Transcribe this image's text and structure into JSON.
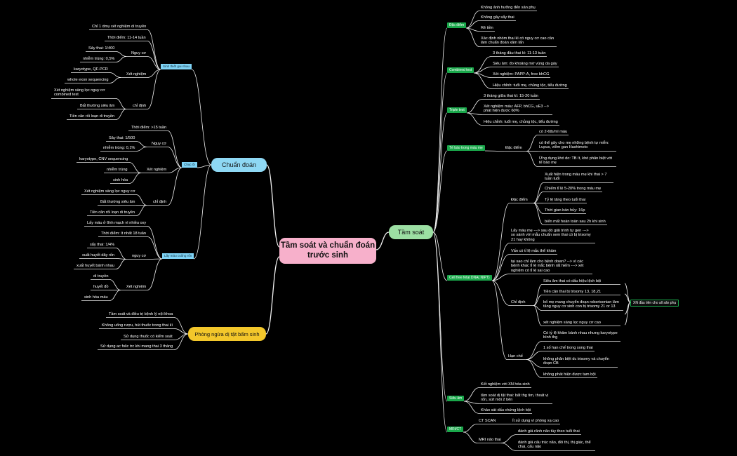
{
  "central": {
    "title": "Tầm soát và chuẩn đoán trước sinh"
  },
  "branches": {
    "tam_soat": "Tầm soát",
    "chuan_doan": "Chuẩn đoán",
    "phong_ngua": "Phòng ngừa dị tật bẩm sinh"
  },
  "right": {
    "dac_diem": {
      "label": "Đặc điểm",
      "items": [
        "Không ảnh hưởng đến sản phụ",
        "Không gây sẩy thai",
        "Rẻ tiền",
        "Xác định nhóm thai kì có nguy cơ cao cần làm chuẩn đoán xâm lấn"
      ]
    },
    "combined": {
      "label": "Combined test",
      "items": [
        "3 tháng đầu thai kì: 11-13 tuần",
        "Siêu âm: đo khoảng mờ vùng da gáy",
        "Xét nghiệm: PAPP-A, free bhCG",
        "Hiệu chỉnh: tuổi mẹ, chủng tộc, tiểu đường"
      ]
    },
    "triple": {
      "label": "Triple test",
      "items": [
        "3 tháng giữa thai kì: 15-20 tuần",
        "Xét nghiệm máu: AFP, bhCG, uE3 --> phát hiện được 60%",
        "Hiệu chỉnh: tuổi mẹ, chủng tộc, tiểu đường"
      ]
    },
    "te_bao": {
      "label": "Tế bào trong máu mẹ",
      "sub": "Đặc điểm",
      "items": [
        "có 2-6tb/ml máu",
        "có thể gây cho mẹ những bệnh tự miễn: Lupus, viêm gan Hashimoto",
        "Ứng dụng khó do: TB ít, khó phân biệt với tế bào mẹ"
      ]
    },
    "cffdna": {
      "label": "Cell free fetal DNA( NIPT)",
      "dac_diem": {
        "label": "Đặc điểm",
        "items": [
          "Xuất hiện trong máu mẹ khi thai > 7 tuần tuổi",
          "Chiếm tỉ lệ 5-20% trong máu mẹ",
          "Tỷ lệ tăng theo tuổi thai",
          "Thời gian bán hủy: 16p",
          "biến mất hoàn toàn sau 2h khi sinh"
        ]
      },
      "lay_mau": "Lấy máu mẹ ---> sau đó giải trình tự gen ---> so sánh với mẫu chuẩn xem thai có bị trisomy 21 hay không",
      "van_de": "Vấn có tỉ lệ mắc thể khảm",
      "tai_sao": "tại sao chỉ làm cho bệnh down? --> vì các bệnh khác tỉ lệ mắc bệnh rất hiếm ---> xét nghiệm có tỉ lệ sai cao",
      "chi_dinh": {
        "label": "Chỉ định",
        "items": [
          "Siêu âm thai có dấu hiệu lệch bội",
          "Tiền căn thai bị trisomy 13, 18,21",
          "bố mẹ mang chuyển đoạn robertsonian làm tăng nguy cơ sinh con bị trisomy 21 or 13",
          "xét nghiệm sàng lọc nguy cơ cao"
        ],
        "side": "XN đầu tiên cho all sản phụ"
      },
      "han_che": {
        "label": "Hạn chế",
        "items": [
          "Có tỷ lệ khảm bánh nhau nhưng karyotype bình thg",
          "1 số hạn chế trong song thai",
          "không phân biệt dc trisomy và chuyển đoạn CB",
          "không phát hiện được tam bội"
        ]
      }
    },
    "sieu_am": {
      "label": "Siêu âm",
      "items": [
        "Kết nghiệm với XN hóa sinh",
        "tầm soát dị tật thai: bất thg tim, thoát vị rốn, sứt môi 2 bên",
        "Khảo sát dấu chứng lệch bội"
      ]
    },
    "mri": {
      "label": "MRI/CT",
      "ct": "CT SCAN",
      "ct_note": "Ít sử dụng vì phóng xạ cao",
      "mri": "MRI não thai",
      "mri_items": [
        "đánh giá rãnh não tùy theo tuổi thai",
        "đánh giá cấu trúc não, đồi thị, thị giác, thể chai, cấu não"
      ]
    }
  },
  "left": {
    "sinh_thiet": {
      "label": "Sinh thiết gai nhau",
      "top": "Chỉ 1 dmụ xét nghiệm di truyền",
      "thoi_diem": "Thời điểm: 11-14 tuần",
      "nguy_co": "Nguy cơ",
      "nguy_co_items": [
        "Sảy thai: 1/400",
        "nhiễm trùng: 0,5%"
      ],
      "xet_nghiem": "Xét nghiệm",
      "xn_items": [
        "karyotype, QF-PCR",
        "whole exon sequencing"
      ],
      "chi_dinh": "chỉ định",
      "cd_items": [
        "Xét nghiệm sàng lọc nguy cơ combined test",
        "Bất thường siêu âm",
        "Tiền căn rối loạn di truyền"
      ]
    },
    "choc_oi": {
      "label": "Chọc ối",
      "thoi_diem": "Thời điểm: >15 tuần",
      "nguy_co": "Nguy cơ",
      "nguy_co_items": [
        "Sảy thai: 1/500",
        "nhiễm trùng: 0,1%"
      ],
      "xet_nghiem": "Xét nghiệm",
      "xn_items": [
        "karyotype, CNV sequencing",
        "nhiễm trùng",
        "sinh hóa"
      ],
      "chi_dinh": "chỉ định",
      "cd_items": [
        "Xét nghiệm sàng lọc nguy cơ",
        "Bất thường siêu âm",
        "Tiền căn rối loạn di truyền"
      ]
    },
    "cuong_ron": {
      "label": "Lấy máu cuống rốn",
      "top": "Lấy máu ở tĩnh mạch vì nhiều oxy",
      "thoi_diem": "Thời điểm: ít nhất 18 tuần",
      "nguy_co": "nguy cơ",
      "nguy_co_items": [
        "sẩy thai: 1/4%",
        "xuất huyết dây rốn",
        "xuất huyết bánh nhau"
      ],
      "xet_nghiem": "Xét nghiệm",
      "xn_items": [
        "di truyền",
        "huyết đồ",
        "sinh hóa máu"
      ]
    },
    "phong_ngua": [
      "Tầm soát và điều trị bệnh lý nội khoa",
      "Không uống rượu, hút thuốc trong thai kì",
      "Sử dụng thuốc có kiểm soát",
      "Sử dụng ac folic trc khi mang thai 3 tháng"
    ]
  },
  "colors": {
    "background": "#000000",
    "line": "#f2f2f2",
    "green": "#1aa84b",
    "blue": "#7fd3f5",
    "pink": "#f7b0cb",
    "yellow": "#f3c72b"
  }
}
